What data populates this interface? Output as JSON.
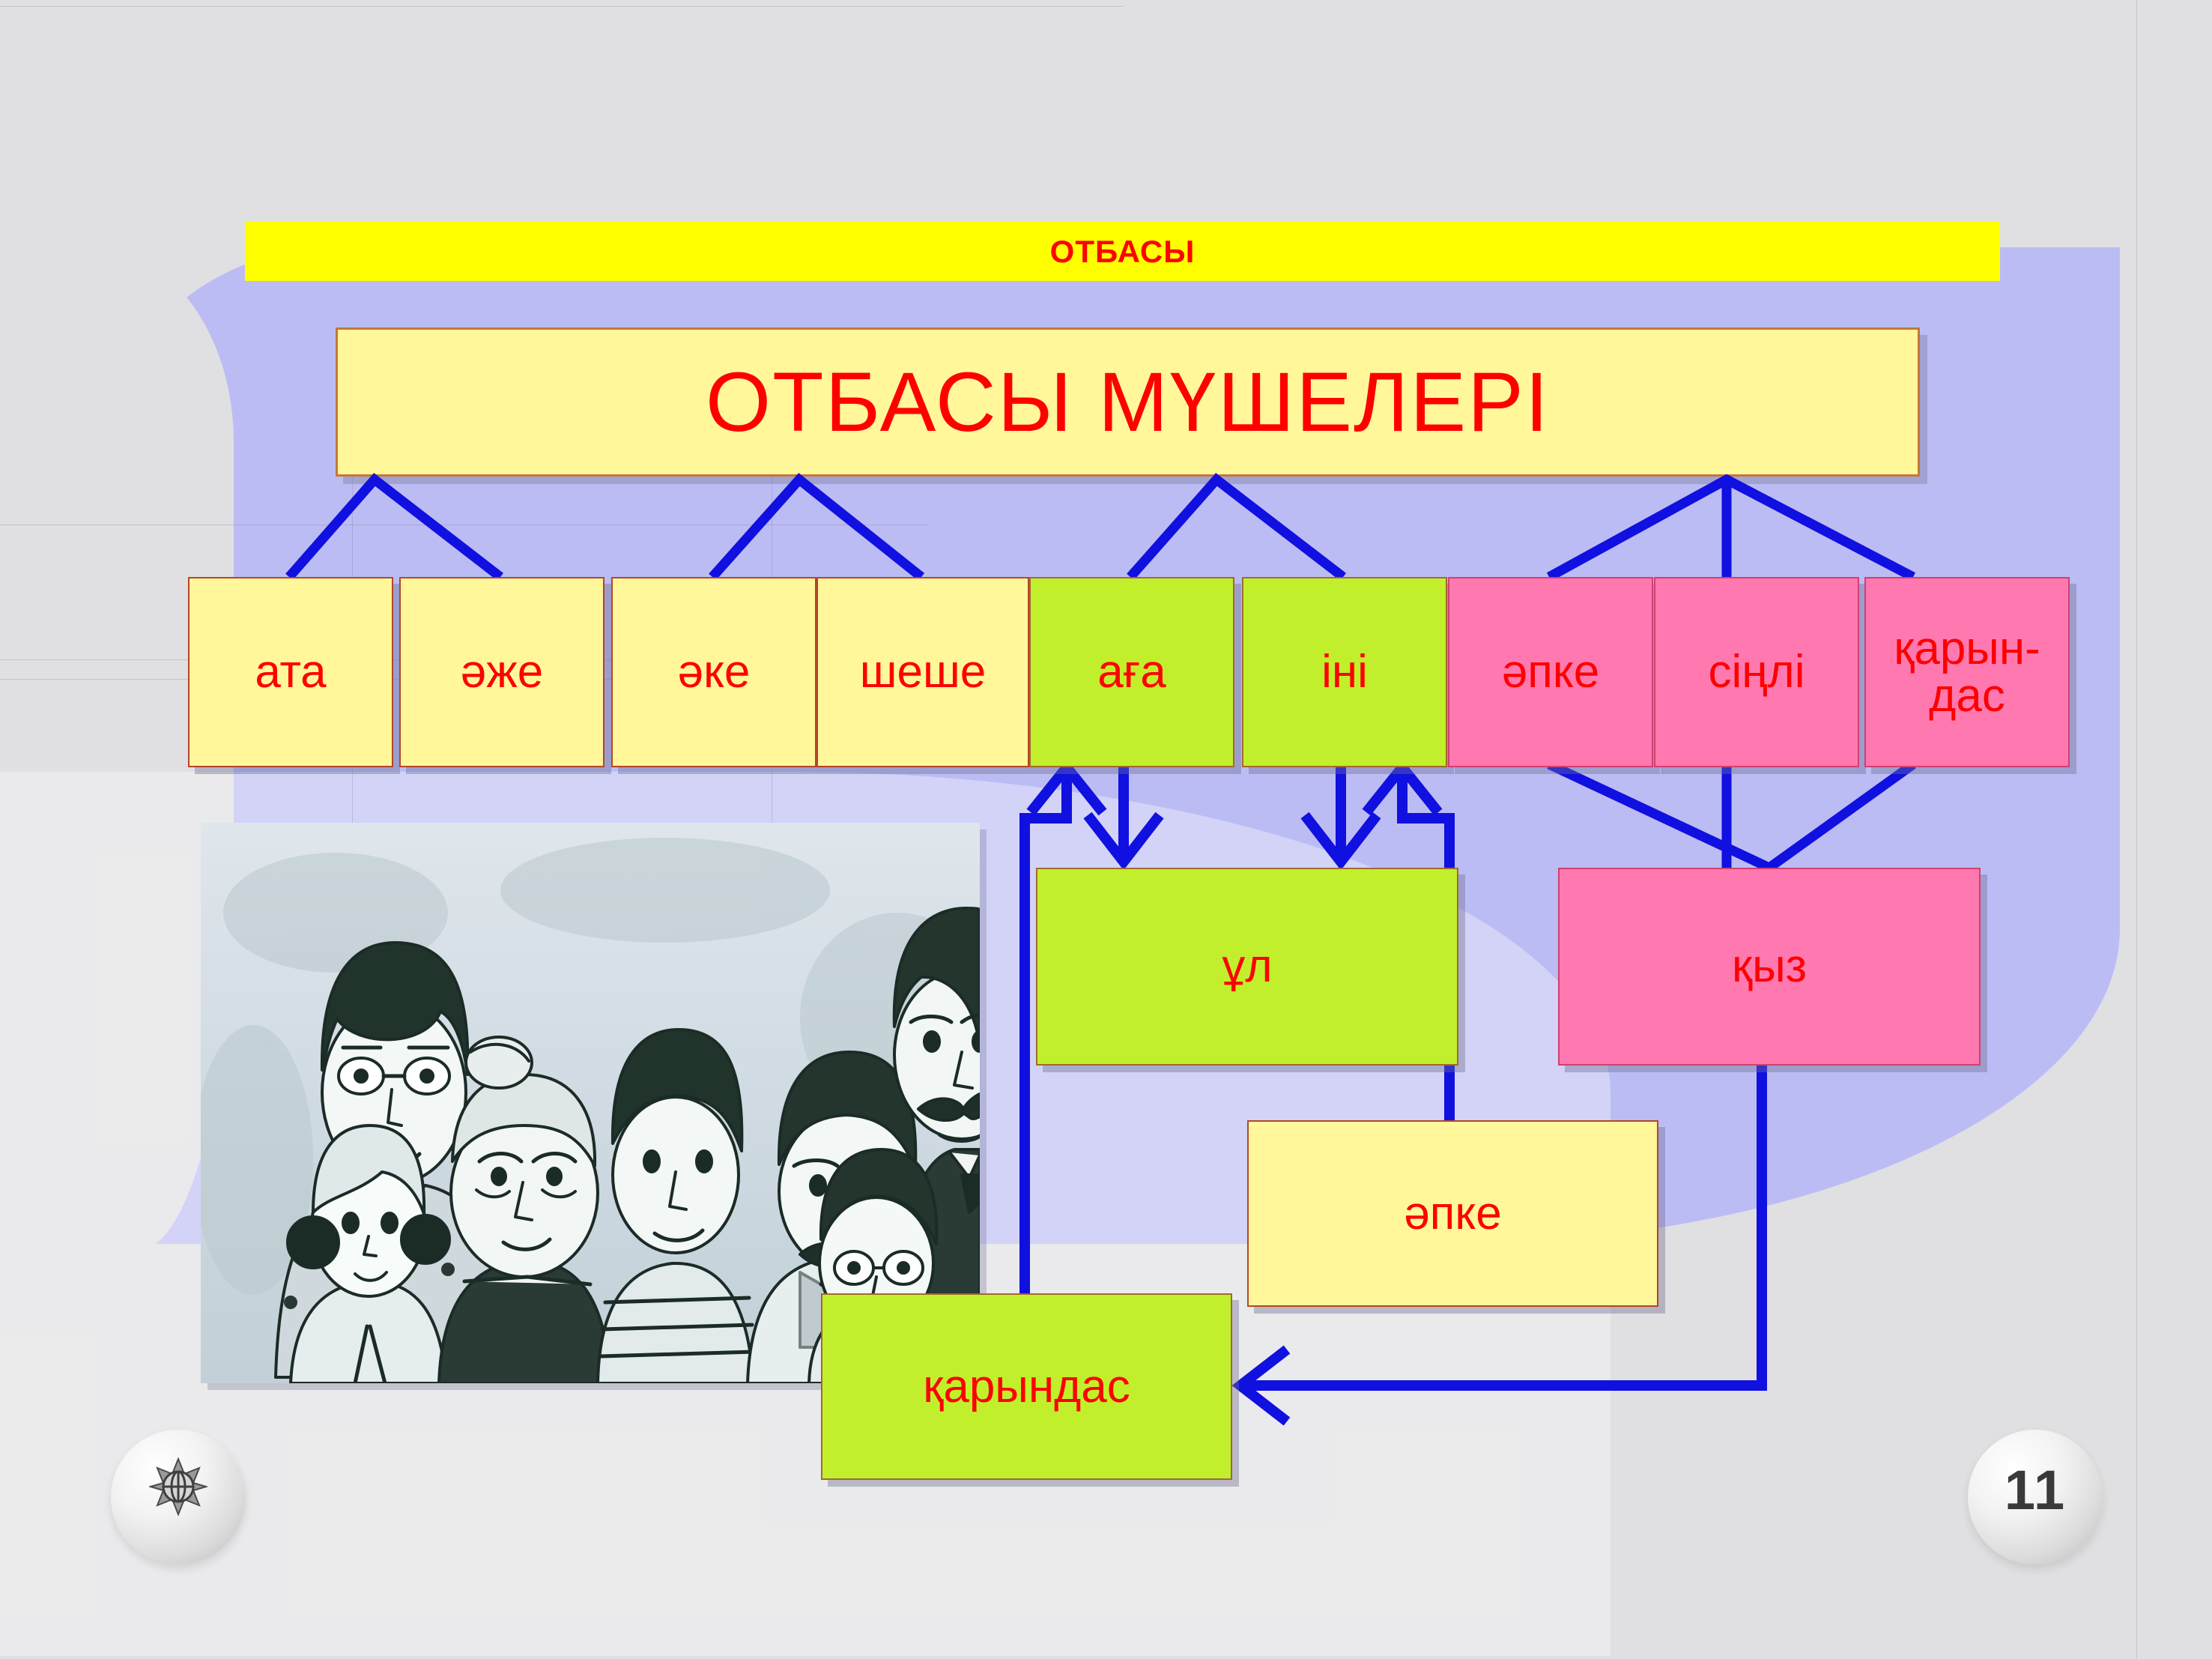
{
  "slide": {
    "banner_label": "ОТБАСЫ",
    "title": "ОТБАСЫ  МҮШЕЛЕРІ",
    "page_number": "11"
  },
  "colors": {
    "banner_bg": "#FFFF00",
    "title_bg": "#FFF79A",
    "title_text": "#FF0000",
    "yellow_box": "#FFF79A",
    "green_box": "#C2EF2B",
    "pink_box": "#FF79B0",
    "box_border": "#B4452C",
    "connector": "#1010E0",
    "panel_bg": "#BCBCF5",
    "page_bg": "#E0E0E2"
  },
  "nodes": {
    "row1": [
      {
        "id": "ata",
        "label": "ата",
        "color": "yellow"
      },
      {
        "id": "azhe",
        "label": "әже",
        "color": "yellow"
      },
      {
        "id": "ake",
        "label": "әке",
        "color": "yellow"
      },
      {
        "id": "sheshe",
        "label": "шеше",
        "color": "yellow"
      },
      {
        "id": "aga",
        "label": "аға",
        "color": "green"
      },
      {
        "id": "ini",
        "label": "іні",
        "color": "green"
      },
      {
        "id": "apke",
        "label": "әпке",
        "color": "pink"
      },
      {
        "id": "sinli",
        "label": "сіңлі",
        "color": "pink"
      },
      {
        "id": "karyndas_top",
        "label_line1": "қарын-",
        "label_line2": "дас",
        "color": "pink"
      }
    ],
    "row2": [
      {
        "id": "ul",
        "label": "ұл",
        "color": "green"
      },
      {
        "id": "kyz",
        "label": "қыз",
        "color": "pink"
      }
    ],
    "row3": [
      {
        "id": "apke_lower",
        "label": "әпке",
        "color": "yellow"
      },
      {
        "id": "karyndas_lower",
        "label": "қарындас",
        "color": "green"
      }
    ]
  },
  "icons": {
    "page_badge": "sphere-page-badge",
    "decor_badge": "globe-icon",
    "family_photo": "family-illustration"
  }
}
